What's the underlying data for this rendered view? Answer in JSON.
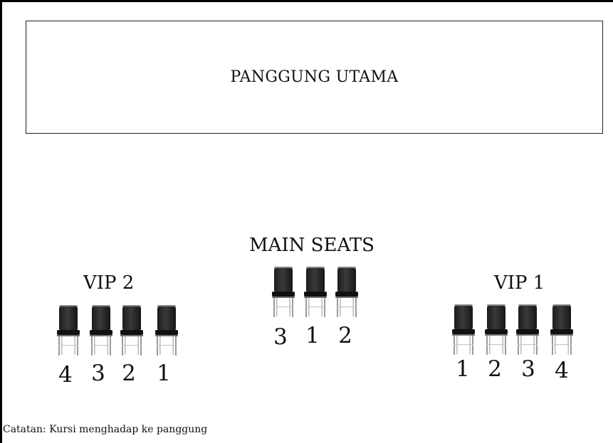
{
  "stage": {
    "label": "PANGGUNG UTAMA"
  },
  "groups": {
    "vip2": {
      "title": "VIP 2",
      "seats": [
        "4",
        "3",
        "2",
        "1"
      ]
    },
    "main": {
      "title": "MAIN SEATS",
      "seats": [
        "3",
        "1",
        "2"
      ]
    },
    "vip1": {
      "title": "VIP 1",
      "seats": [
        "1",
        "2",
        "3",
        "4"
      ]
    }
  },
  "note": "Catatan: Kursi menghadap ke panggung",
  "icons": {
    "seat": "chair-icon"
  }
}
